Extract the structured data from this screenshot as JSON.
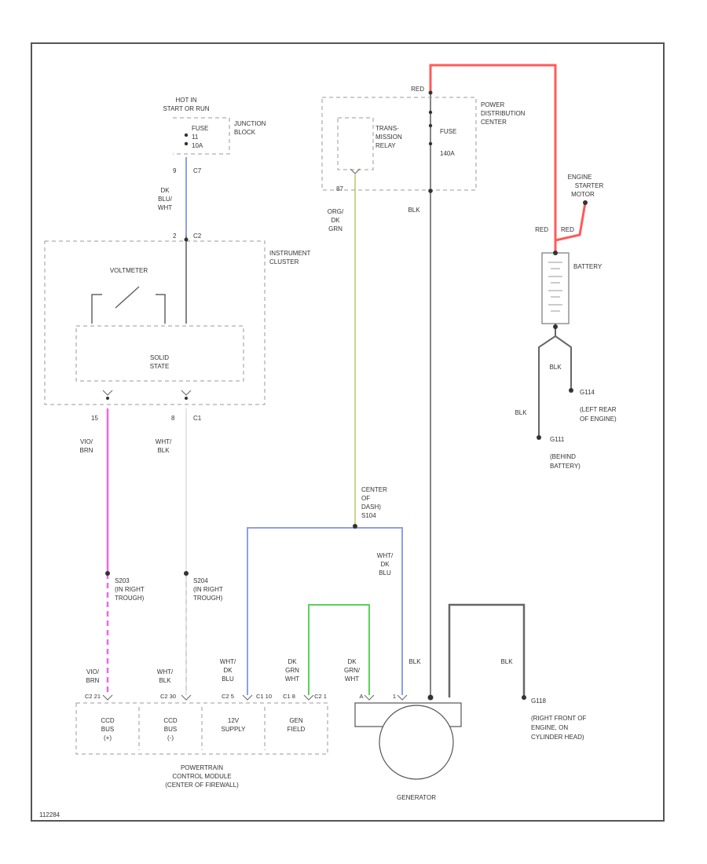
{
  "labels": {
    "hot_in_1": "HOT IN",
    "hot_in_2": "START OR RUN",
    "fuse_left_1": "FUSE",
    "fuse_left_2": "11",
    "fuse_left_3": "10A",
    "junction_1": "JUNCTION",
    "junction_2": "BLOCK",
    "c7_top": "C7",
    "pin_top": "9",
    "dkblu_1": "DK",
    "dkblu_2": "BLU/",
    "dkblu_3": "WHT",
    "pin_c2": "2",
    "c2_label": "C2",
    "ic_1": "INSTRUMENT",
    "ic_2": "CLUSTER",
    "voltmeter": "VOLTMETER",
    "solid_1": "SOLID",
    "solid_2": "STATE",
    "pin_15": "15",
    "pin_8": "8",
    "c1_mid": "C1",
    "vio_1": "VIO/",
    "vio_2": "BRN",
    "wb_1": "WHT/",
    "wb_2": "BLK",
    "s203_1": "S203",
    "s203_2": "(IN RIGHT",
    "s203_3": "TROUGH)",
    "s204_1": "S204",
    "s204_2": "(IN RIGHT",
    "s204_3": "TROUGH)",
    "red_top": "RED",
    "pdc_1": "POWER",
    "pdc_2": "DISTRIBUTION",
    "pdc_3": "CENTER",
    "tr_1": "TRANS-",
    "tr_2": "MISSION",
    "tr_3": "RELAY",
    "fuse_right_1": "FUSE",
    "fuse_right_2": "140A",
    "pin_87": "87",
    "org_1": "ORG/",
    "org_2": "DK",
    "org_3": "GRN",
    "blk_mid": "BLK",
    "esm_1": "ENGINE",
    "esm_2": "STARTER",
    "esm_3": "MOTOR",
    "red_l": "RED",
    "red_r": "RED",
    "battery": "BATTERY",
    "blk_bat1": "BLK",
    "blk_bat2": "BLK",
    "g114_1": "G114",
    "g114_2": "(LEFT REAR",
    "g114_3": "OF ENGINE)",
    "g111_1": "G111",
    "g111_2": "(BEHIND",
    "g111_3": "BATTERY)",
    "cod_1": "CENTER",
    "cod_2": "OF",
    "cod_3": "DASH)",
    "cod_4": "S104",
    "wdb_1": "WHT/",
    "wdb_2": "DK",
    "wdb_3": "BLU",
    "blk_gen": "BLK",
    "blk_g118": "BLK",
    "g118_1": "G118",
    "g118_2": "(RIGHT FRONT OF",
    "g118_3": "ENGINE, ON",
    "g118_4": "CYLINDER HEAD)",
    "pcm_w1_1": "VIO/",
    "pcm_w1_2": "BRN",
    "pcm_w1_3": "C2 21",
    "pcm_w2_1": "WHT/",
    "pcm_w2_2": "BLK",
    "pcm_w2_3": "C2 30",
    "pcm_w3_1": "WHT/",
    "pcm_w3_2": "DK",
    "pcm_w3_3": "BLU",
    "pcm_w3_4": "C2 5",
    "pcm_w3_5": "C1 10",
    "pcm_w4_1": "DK",
    "pcm_w4_2": "GRN",
    "pcm_w4_3": "WHT",
    "pcm_w4_4": "C1 8",
    "pcm_w4_5": "C2 1",
    "gen_dk_1": "DK",
    "gen_dk_2": "GRN/",
    "gen_dk_3": "WHT",
    "gen_pin": "A",
    "gen_pin2": "1",
    "pcm_cell1_1": "CCD",
    "pcm_cell1_2": "BUS",
    "pcm_cell1_3": "(+)",
    "pcm_cell2_1": "CCD",
    "pcm_cell2_2": "BUS",
    "pcm_cell2_3": "(-)",
    "pcm_cell3_1": "12V",
    "pcm_cell3_2": "SUPPLY",
    "pcm_cell4_1": "GEN",
    "pcm_cell4_2": "FIELD",
    "pcm_1": "POWERTRAIN",
    "pcm_2": "CONTROL MODULE",
    "pcm_3": "(CENTER OF FIREWALL)",
    "generator": "GENERATOR",
    "code": "112284"
  },
  "colors": {
    "frame": "#555555",
    "red": "#ff5a5a",
    "blue": "#8da0e8",
    "green": "#5ad25a",
    "yellowgreen": "#c8d88a",
    "violet": "#ee66ee",
    "black_wire": "#666666",
    "dashed_box": "#9a9a9a"
  }
}
